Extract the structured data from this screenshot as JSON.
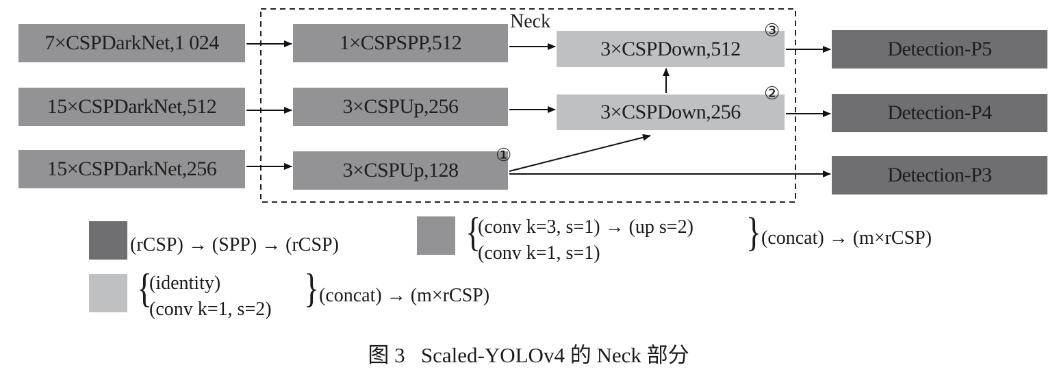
{
  "backbone": [
    "7×CSPDarkNet,1 024",
    "15×CSPDarkNet,512",
    "15×CSPDarkNet,256"
  ],
  "neck_label": "Neck",
  "neck_up": [
    "1×CSPSPP,512",
    "3×CSPUp,256",
    "3×CSPUp,128"
  ],
  "neck_down": [
    "3×CSPDown,512",
    "3×CSPDown,256"
  ],
  "markers": [
    "①",
    "②",
    "③"
  ],
  "detection": [
    "Detection-P5",
    "Detection-P4",
    "Detection-P3"
  ],
  "legend": {
    "dark": "(rCSP) → (SPP) → (rCSP)",
    "mid_line1": "(conv k=3, s=1) → (up s=2)",
    "mid_line2": "(conv k=1, s=1)",
    "mid_tail": "(concat) → (m×rCSP)",
    "light_line1": "(identity)",
    "light_line2": "(conv k=1, s=2)",
    "light_tail": "(concat) → (m×rCSP)"
  },
  "caption": "图 3   Scaled-YOLOv4 的 Neck 部分",
  "colors": {
    "dark": "#6f6f71",
    "mid": "#939395",
    "light": "#bfc0c2"
  }
}
